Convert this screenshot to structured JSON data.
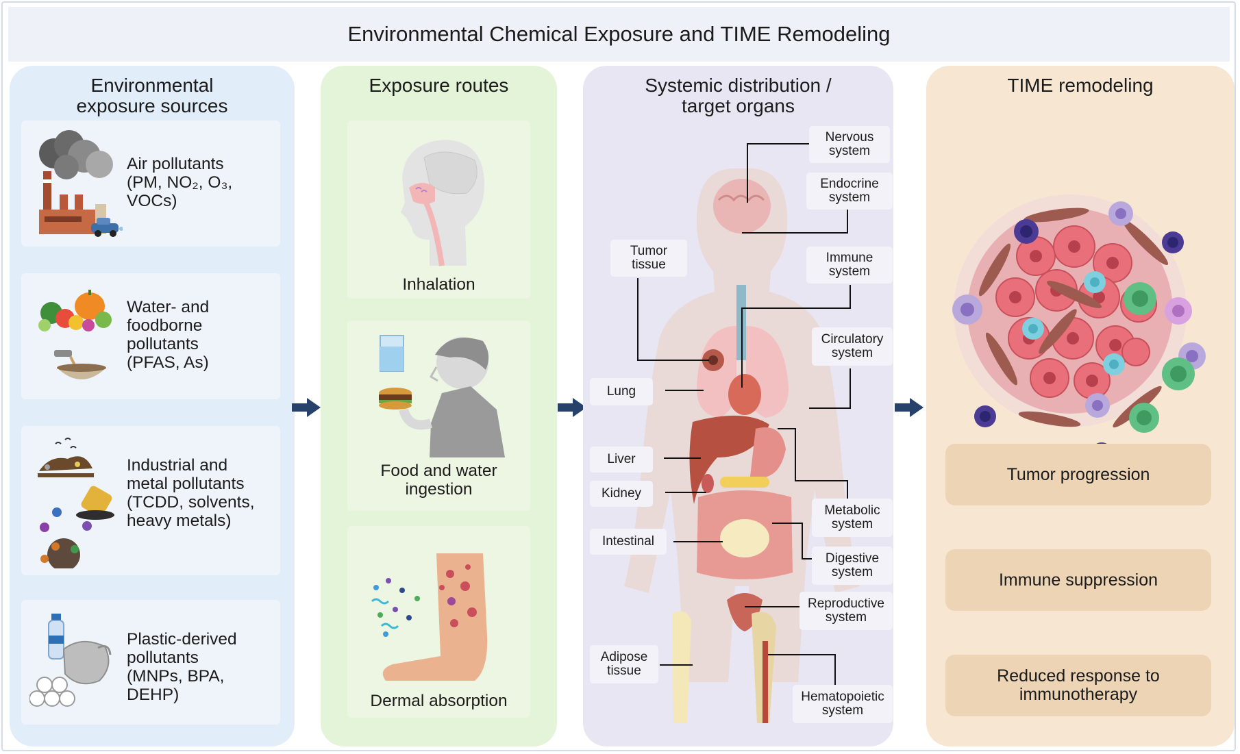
{
  "title": "Environmental Chemical Exposure and TIME Remodeling",
  "columns": {
    "sources": {
      "heading_line1": "Environmental",
      "heading_line2": "exposure sources",
      "items": [
        {
          "lines": [
            "Air pollutants",
            "(PM, NO₂, O₃,",
            "VOCs)"
          ],
          "icon": "factory-car-icon"
        },
        {
          "lines": [
            "Water- and",
            "foodborne",
            "pollutants",
            "(PFAS, As)"
          ],
          "icon": "vegetables-bowl-icon"
        },
        {
          "lines": [
            "Industrial and",
            "metal pollutants",
            "(TCDD, solvents,",
            "heavy metals)"
          ],
          "icon": "industrial-waste-icon"
        },
        {
          "lines": [
            "Plastic-derived",
            "pollutants",
            "(MNPs, BPA,",
            "DEHP)"
          ],
          "icon": "plastic-bottle-bag-icon"
        }
      ]
    },
    "routes": {
      "heading": "Exposure routes",
      "items": [
        {
          "lines": [
            "Inhalation"
          ],
          "icon": "head-respiratory-icon"
        },
        {
          "lines": [
            "Food and water",
            "ingestion"
          ],
          "icon": "person-eating-icon"
        },
        {
          "lines": [
            "Dermal absorption"
          ],
          "icon": "leg-skin-icon"
        }
      ]
    },
    "distribution": {
      "heading_line1": "Systemic distribution /",
      "heading_line2": "target organs",
      "labels": {
        "nervous": [
          "Nervous",
          "system"
        ],
        "endocrine": [
          "Endocrine",
          "system"
        ],
        "tumor": [
          "Tumor",
          "tissue"
        ],
        "immune": [
          "Immune",
          "system"
        ],
        "circulatory": [
          "Circulatory",
          "system"
        ],
        "lung": [
          "Lung"
        ],
        "liver": [
          "Liver"
        ],
        "kidney": [
          "Kidney"
        ],
        "metabolic": [
          "Metabolic",
          "system"
        ],
        "intestinal": [
          "Intestinal"
        ],
        "digestive": [
          "Digestive",
          "system"
        ],
        "reproductive": [
          "Reproductive",
          "system"
        ],
        "adipose": [
          "Adipose",
          "tissue"
        ],
        "hematopoietic": [
          "Hematopoietic",
          "system"
        ]
      }
    },
    "time": {
      "heading": "TIME remodeling",
      "outcomes": [
        {
          "lines": [
            "Tumor progression"
          ]
        },
        {
          "lines": [
            "Immune suppression"
          ]
        },
        {
          "lines": [
            "Reduced response to",
            "immunotherapy"
          ]
        }
      ]
    }
  },
  "colors": {
    "arrow": "#27426a",
    "tumor_cell": "#e9707a",
    "fibroblast": "#9d5a4f",
    "t_cell": "#4b3b95",
    "macrophage": "#b9a8dc",
    "cyan_cell": "#7fd0df",
    "green_cell": "#5fbf85",
    "pink_cell": "#d7a2df"
  }
}
